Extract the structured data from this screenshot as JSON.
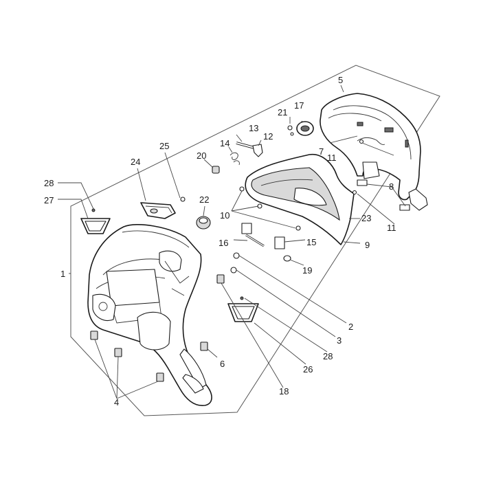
{
  "diagram": {
    "callouts": {
      "n1": "1",
      "n2": "2",
      "n3": "3",
      "n4": "4",
      "n5": "5",
      "n6": "6",
      "n7": "7",
      "n8": "8",
      "n9": "9",
      "n10": "10",
      "n11a": "11",
      "n11b": "11",
      "n12": "12",
      "n13": "13",
      "n14": "14",
      "n15": "15",
      "n16": "16",
      "n17": "17",
      "n18": "18",
      "n19": "19",
      "n20": "20",
      "n21": "21",
      "n22": "22",
      "n23": "23",
      "n24": "24",
      "n25": "25",
      "n26": "26",
      "n27": "27",
      "n28a": "28",
      "n28b": "28"
    }
  }
}
